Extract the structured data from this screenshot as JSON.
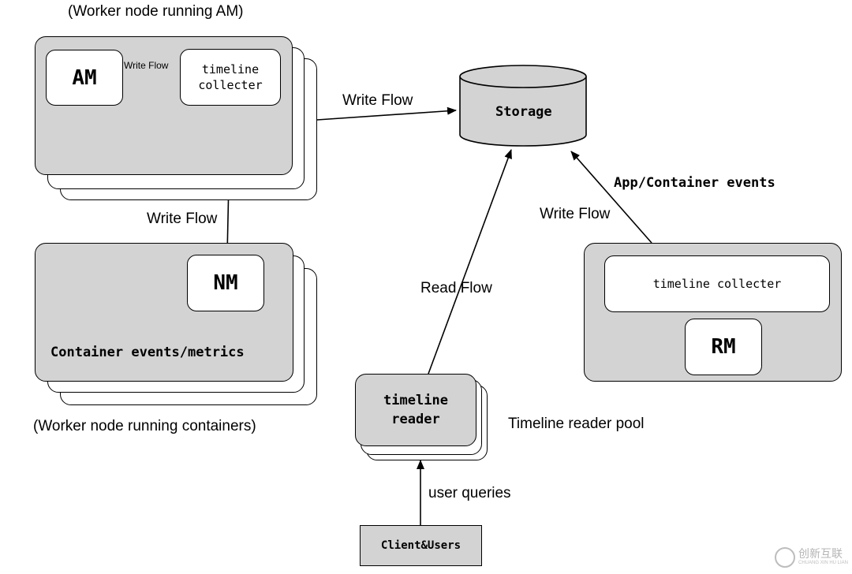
{
  "am_node": {
    "caption": "(Worker node running AM)",
    "am_label": "AM",
    "collector_line1": "timeline",
    "collector_line2": "collecter",
    "internal_flow_label": "Write Flow"
  },
  "container_node": {
    "caption": "(Worker node running containers)",
    "nm_label": "NM",
    "events_label": "Container events/metrics"
  },
  "storage": {
    "label": "Storage"
  },
  "rm_node": {
    "collector_label": "timeline collecter",
    "rm_label": "RM"
  },
  "reader": {
    "line1": "timeline",
    "line2": "reader",
    "pool_label": "Timeline reader pool"
  },
  "client": {
    "label": "Client&Users"
  },
  "flows": {
    "am_to_storage": "Write Flow",
    "nm_to_collector": "Write Flow",
    "rm_to_storage": "Write Flow",
    "rm_events": "App/Container events",
    "reader_to_storage": "Read Flow",
    "user_queries": "user queries"
  },
  "watermark": {
    "main": "创新互联",
    "sub": "CHUANG XIN HU LIAN"
  }
}
